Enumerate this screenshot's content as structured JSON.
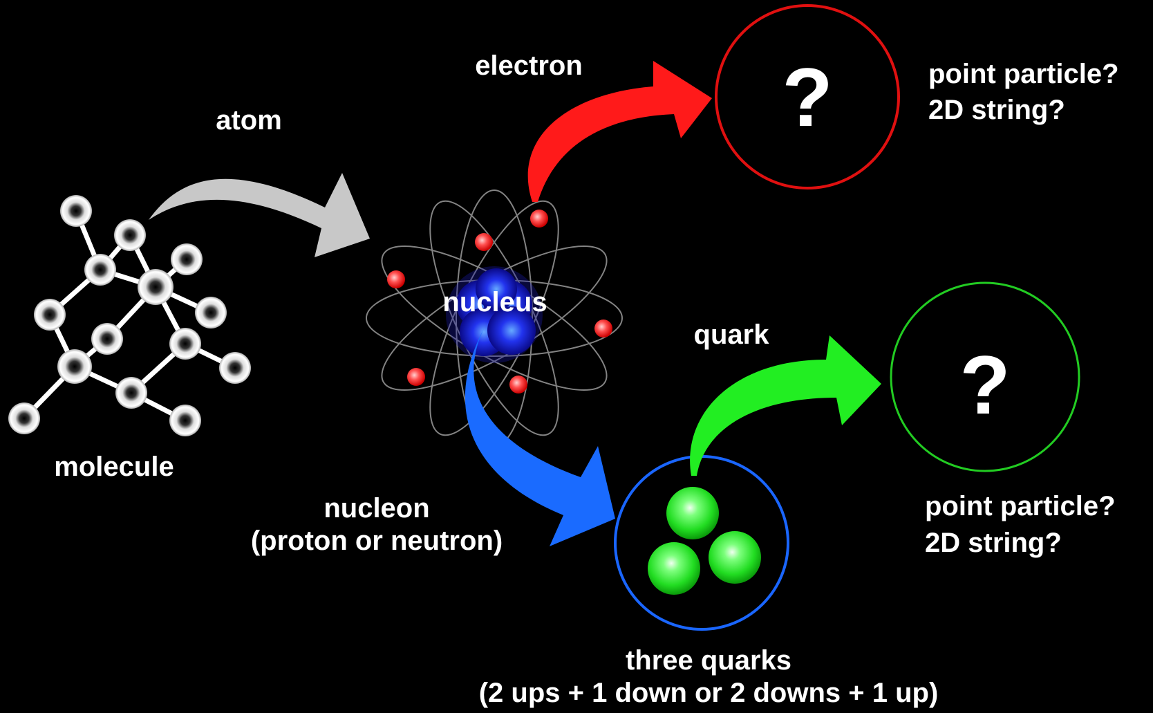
{
  "labels": {
    "molecule": "molecule",
    "atom": "atom",
    "nucleus": "nucleus",
    "electron": "electron",
    "quark": "quark",
    "nucleon_line1": "nucleon",
    "nucleon_line2": "(proton or neutron)",
    "three_quarks_line1": "three quarks",
    "three_quarks_line2": "(2 ups + 1 down  or  2 downs + 1 up)",
    "electron_q_line1": "point particle?",
    "electron_q_line2": "2D string?",
    "quark_q_line1": "point particle?",
    "quark_q_line2": "2D string?",
    "question_mark_electron": "?",
    "question_mark_quark": "?"
  },
  "colors": {
    "background": "#000000",
    "atom_arrow": "#c8c8c8",
    "electron_arrow": "#ff1a1a",
    "nucleon_arrow": "#1a6bff",
    "quark_arrow": "#22ee22",
    "electron_circle": "#e01010",
    "quark_circle": "#22cc22",
    "nucleon_circle": "#1a66ff",
    "electron_dot": "#ff4d4d",
    "quark_ball": "#33ff33",
    "nucleus": "#2a2aff"
  }
}
